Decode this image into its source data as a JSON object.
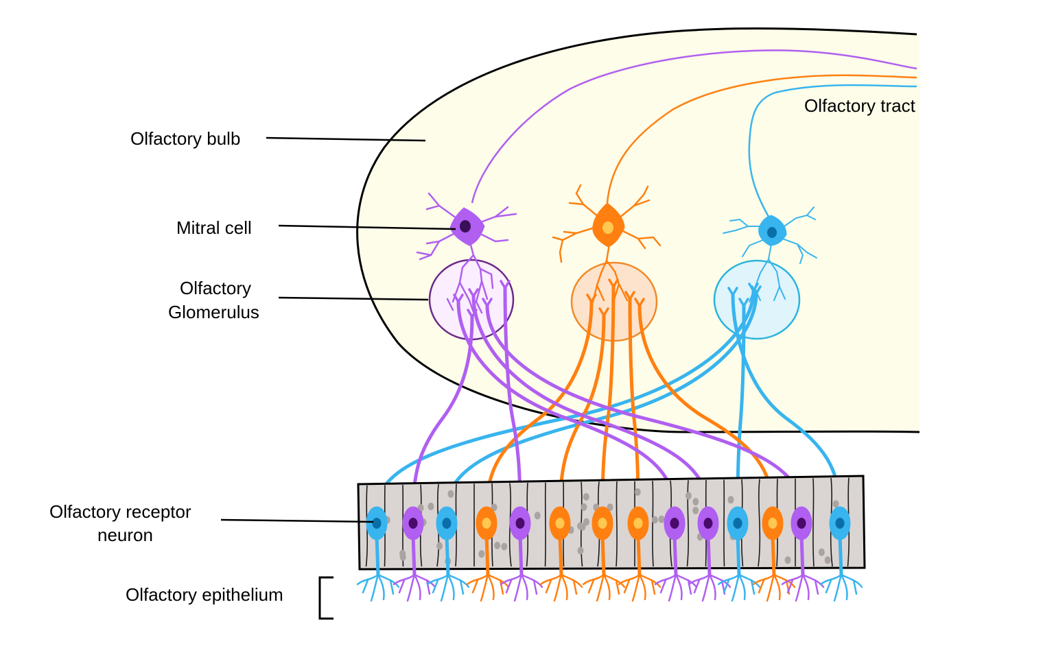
{
  "labels": {
    "olfactory_bulb": "Olfactory bulb",
    "olfactory_tract": "Olfactory tract",
    "mitral_cell": "Mitral cell",
    "glomerulus_line1": "Olfactory",
    "glomerulus_line2": "Glomerulus",
    "receptor_line1": "Olfactory receptor",
    "receptor_line2": "neuron",
    "epithelium": "Olfactory epithelium"
  },
  "colors": {
    "purple": "#b05ff0",
    "purple_dark": "#6a1a8a",
    "orange": "#ff8010",
    "orange_light": "#ffc850",
    "blue": "#38b4ee",
    "blue_dark": "#0a6ea8",
    "bulb_fill": "#fdfde9",
    "epithelium_fill": "#dad5d3",
    "outline": "#000000"
  },
  "icons": [
    "mitral-cell-icon",
    "glomerulus-icon",
    "receptor-neuron-icon"
  ],
  "receptor_neuron_colors": [
    "blue",
    "purple",
    "blue",
    "orange",
    "purple",
    "orange",
    "orange",
    "orange",
    "purple",
    "purple",
    "blue",
    "orange",
    "purple",
    "blue"
  ]
}
